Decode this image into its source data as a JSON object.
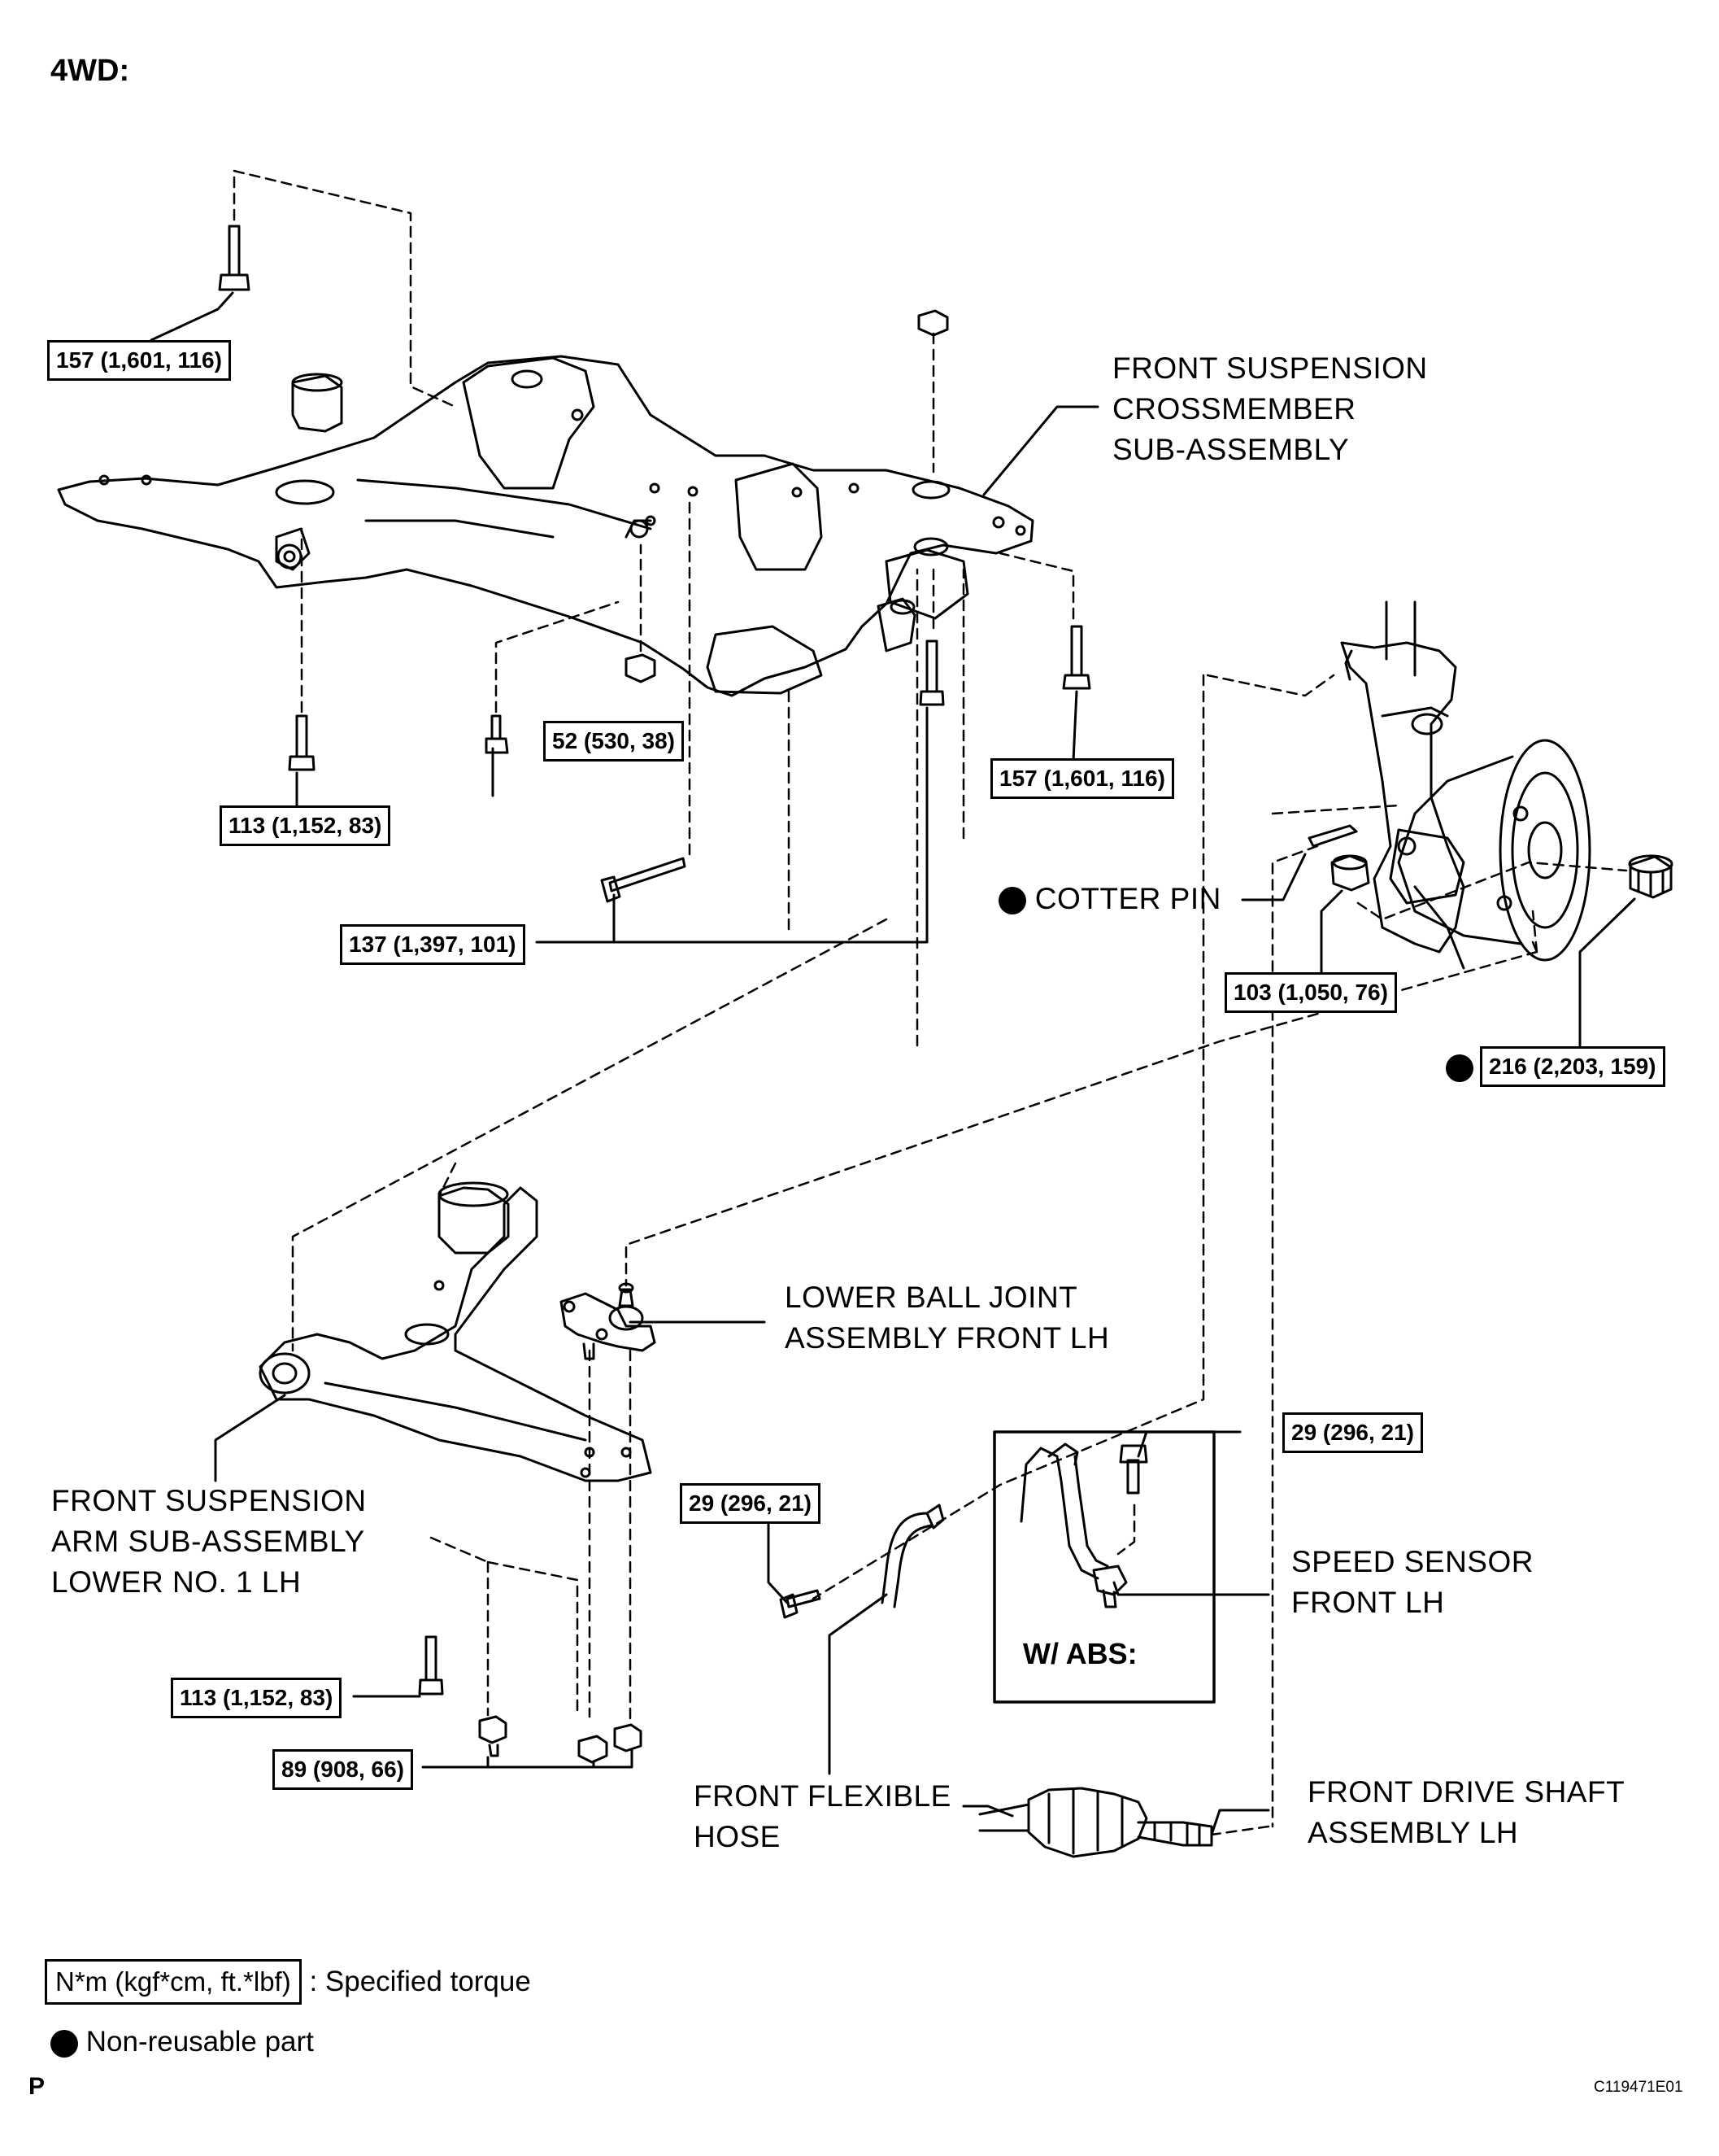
{
  "header": {
    "title": "4WD:"
  },
  "labels": {
    "crossmember": "FRONT SUSPENSION\nCROSSMEMBER\nSUB-ASSEMBLY",
    "cotter_pin": "COTTER PIN",
    "lower_ball_joint": "LOWER BALL JOINT\nASSEMBLY FRONT LH",
    "lower_arm": "FRONT SUSPENSION\nARM SUB-ASSEMBLY\nLOWER NO. 1 LH",
    "speed_sensor": "SPEED SENSOR\nFRONT LH",
    "flexible_hose": "FRONT FLEXIBLE\nHOSE",
    "drive_shaft": "FRONT DRIVE SHAFT\nASSEMBLY LH",
    "abs": "W/ ABS:"
  },
  "torques": {
    "t157_top": "157 (1,601, 116)",
    "t157_right": "157 (1,601, 116)",
    "t52": "52 (530, 38)",
    "t113_top": "113 (1,152, 83)",
    "t137": "137 (1,397, 101)",
    "t103": "103 (1,050, 76)",
    "t216": "216 (2,203, 159)",
    "t29_abs": "29 (296, 21)",
    "t29_hose": "29 (296, 21)",
    "t113_bottom": "113 (1,152, 83)",
    "t89": "89 (908, 66)"
  },
  "legend": {
    "torque_unit": "N*m (kgf*cm, ft.*lbf)",
    "torque_desc": ": Specified torque",
    "nonreusable": "Non-reusable part"
  },
  "footer": {
    "page_mark": "P",
    "code": "C119471E01"
  }
}
